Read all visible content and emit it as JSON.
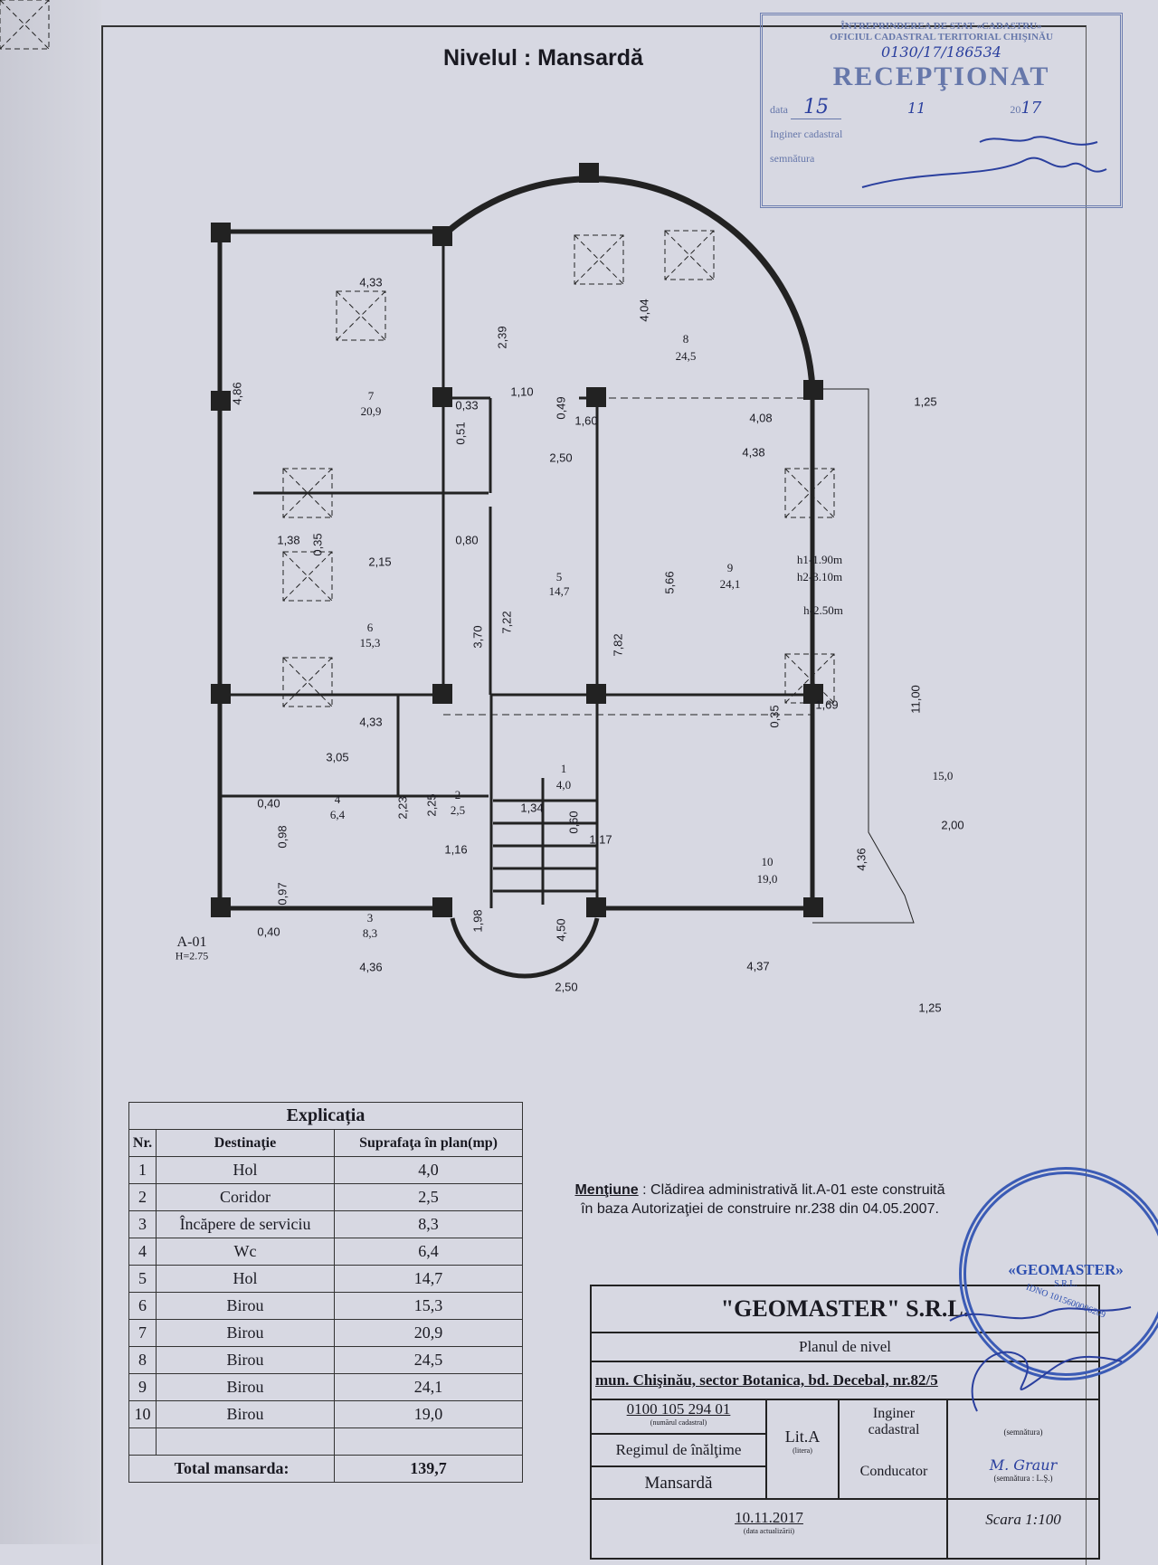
{
  "title": "Nivelul : Mansardă",
  "plan": {
    "rooms": [
      {
        "nr": "1",
        "area": "4,0"
      },
      {
        "nr": "2",
        "area": "2,5"
      },
      {
        "nr": "3",
        "area": "8,3"
      },
      {
        "nr": "4",
        "area": "6,4"
      },
      {
        "nr": "5",
        "area": "14,7"
      },
      {
        "nr": "6",
        "area": "15,3"
      },
      {
        "nr": "7",
        "area": "20,9"
      },
      {
        "nr": "8",
        "area": "24,5"
      },
      {
        "nr": "9",
        "area": "24,1"
      },
      {
        "nr": "10",
        "area": "19,0"
      }
    ],
    "balcony_area": "15,0",
    "heights": [
      "h1-1.90m",
      "h2-3.10m",
      "h-2.50m"
    ],
    "building_label": "A-01",
    "building_height": "H=2.75",
    "dims": [
      "4,33",
      "4,86",
      "2,39",
      "4,04",
      "1,10",
      "0,49",
      "0,33",
      "0,51",
      "1,60",
      "4,08",
      "1,25",
      "2,50",
      "4,38",
      "1,38",
      "0,35",
      "0,80",
      "2,15",
      "5,66",
      "7,22",
      "3,70",
      "7,82",
      "4,33",
      "0,35",
      "1,69",
      "11,00",
      "3,05",
      "2,00",
      "0,40",
      "2,23",
      "2,25",
      "1,34",
      "0,60",
      "1,17",
      "0,98",
      "1,16",
      "4,36",
      "0,97",
      "0,40",
      "1,98",
      "4,50",
      "4,36",
      "4,37",
      "2,50",
      "1,25"
    ]
  },
  "explicatia": {
    "title": "Explicația",
    "headers": [
      "Nr.",
      "Destinaţie",
      "Suprafaţa în plan(mp)"
    ],
    "rows": [
      [
        "1",
        "Hol",
        "4,0"
      ],
      [
        "2",
        "Coridor",
        "2,5"
      ],
      [
        "3",
        "Încăpere de serviciu",
        "8,3"
      ],
      [
        "4",
        "Wc",
        "6,4"
      ],
      [
        "5",
        "Hol",
        "14,7"
      ],
      [
        "6",
        "Birou",
        "15,3"
      ],
      [
        "7",
        "Birou",
        "20,9"
      ],
      [
        "8",
        "Birou",
        "24,5"
      ],
      [
        "9",
        "Birou",
        "24,1"
      ],
      [
        "10",
        "Birou",
        "19,0"
      ]
    ],
    "total_label": "Total mansarda:",
    "total_value": "139,7"
  },
  "mention": {
    "label": "Menţiune",
    "text": ": Clădirea administrativă lit.A-01 este construită în baza Autorizaţiei de construire nr.238 din 04.05.2007."
  },
  "title_block": {
    "company": "\"GEOMASTER\" S.R.L.",
    "doc_type": "Planul de nivel",
    "address": "mun. Chişinău, sector Botanica, bd. Decebal, nr.82/5",
    "cadastral_number": "0100 105 294 01",
    "cadastral_caption": "(numărul cadastral)",
    "height_regime_label": "Regimul de înălţime",
    "height_regime": "Mansardă",
    "letter": "Lit.A",
    "letter_caption": "(litera)",
    "engineer_label": "Inginer cadastral",
    "signature_caption": "(semnătura)",
    "manager_label": "Conducator",
    "manager_name": "M. Graur",
    "manager_caption": "(semnătura : L.Ş.)",
    "date": "10.11.2017",
    "date_caption": "(data actualizării)",
    "scale": "Scara 1:100"
  },
  "stamp_received": {
    "line1": "ÎNTREPRINDEREA DE STAT «CADASTRU»",
    "line2": "OFICIUL CADASTRAL TERITORIAL CHIŞINĂU",
    "number": "0130/17/186534",
    "status": "RECEPŢIONAT",
    "date_label": "data",
    "day": "15",
    "month": "11",
    "year_prefix": "20",
    "year": "17",
    "engineer_label": "Inginer cadastral",
    "signature_label": "semnătura"
  },
  "stamp_company": {
    "name": "«GEOMASTER»",
    "type": "S.R.L.",
    "idno": "IDNO 1015600006209"
  }
}
